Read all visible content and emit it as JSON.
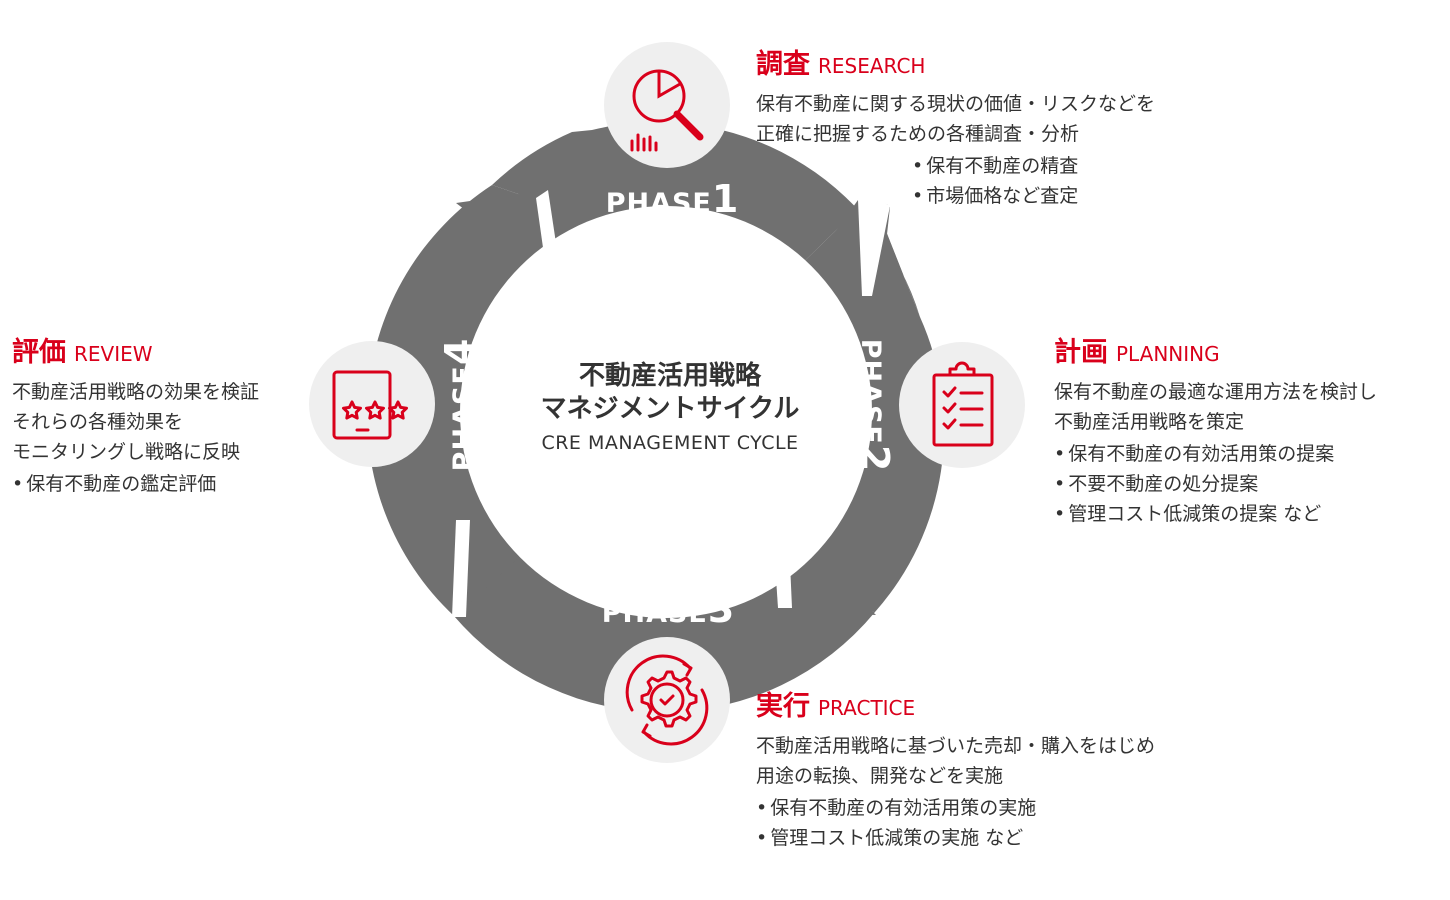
{
  "center": {
    "title_line1": "不動産活用戦略",
    "title_line2": "マネジメントサイクル",
    "subtitle": "CRE MANAGEMENT CYCLE"
  },
  "phases": [
    {
      "word": "PHASE",
      "num": "1"
    },
    {
      "word": "PHASE",
      "num": "2"
    },
    {
      "word": "PHASE",
      "num": "3"
    },
    {
      "word": "PHASE",
      "num": "4"
    }
  ],
  "research": {
    "title_jp": "調査",
    "title_en": "RESEARCH",
    "desc": [
      "保有不動産に関する現状の価値・リスクなどを",
      "正確に把握するための各種調査・分析"
    ],
    "bullets": [
      "保有不動産の精査",
      "市場価格など査定"
    ],
    "icon": "chart-magnifier-icon"
  },
  "planning": {
    "title_jp": "計画",
    "title_en": "PLANNING",
    "desc": [
      "保有不動産の最適な運用方法を検討し",
      "不動産活用戦略を策定"
    ],
    "bullets": [
      "保有不動産の有効活用策の提案",
      "不要不動産の処分提案",
      "管理コスト低減策の提案 など"
    ],
    "icon": "clipboard-checklist-icon"
  },
  "practice": {
    "title_jp": "実行",
    "title_en": "PRACTICE",
    "desc": [
      "不動産活用戦略に基づいた売却・購入をはじめ",
      "用途の転換、開発などを実施"
    ],
    "bullets": [
      "保有不動産の有効活用策の実施",
      "管理コスト低減策の実施 など"
    ],
    "icon": "gear-check-icon"
  },
  "review": {
    "title_jp": "評価",
    "title_en": "REVIEW",
    "desc": [
      "不動産活用戦略の効果を検証",
      "それらの各種効果を",
      "モニタリングし戦略に反映"
    ],
    "bullets": [
      "保有不動産の鑑定評価"
    ],
    "icon": "rating-stars-icon"
  },
  "colors": {
    "accent": "#d9001b",
    "ring": "#707070",
    "circle_bg": "#efefef",
    "text": "#333333"
  }
}
